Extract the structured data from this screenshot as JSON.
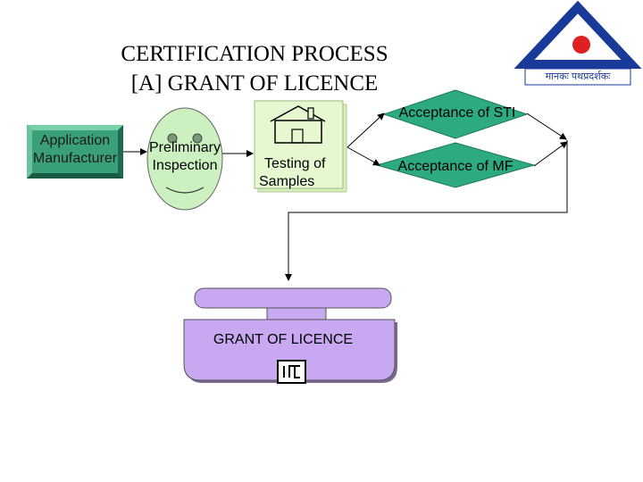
{
  "title": {
    "line1": "CERTIFICATION PROCESS",
    "line2": "[A] GRANT OF LICENCE"
  },
  "nodes": {
    "application": {
      "line1": "Application",
      "line2": "Manufacturer"
    },
    "preliminary": {
      "line1": "Preliminary",
      "line2": "Inspection"
    },
    "testing": {
      "line1": "Testing of",
      "line2": "Samples"
    },
    "sti": {
      "label": "Acceptance of STI"
    },
    "mf": {
      "label": "Acceptance of MF"
    },
    "grant": {
      "label": "GRANT OF LICENCE"
    }
  },
  "logo": {
    "caption": "मानकः पथप्रदर्शकः"
  },
  "colors": {
    "green_box": "#3aa07a",
    "light_green": "#ccf0c0",
    "diamond": "#2eaa80",
    "lavender": "#c8a8f0",
    "logo_blue": "#1a3a9a",
    "logo_red": "#e02020"
  }
}
